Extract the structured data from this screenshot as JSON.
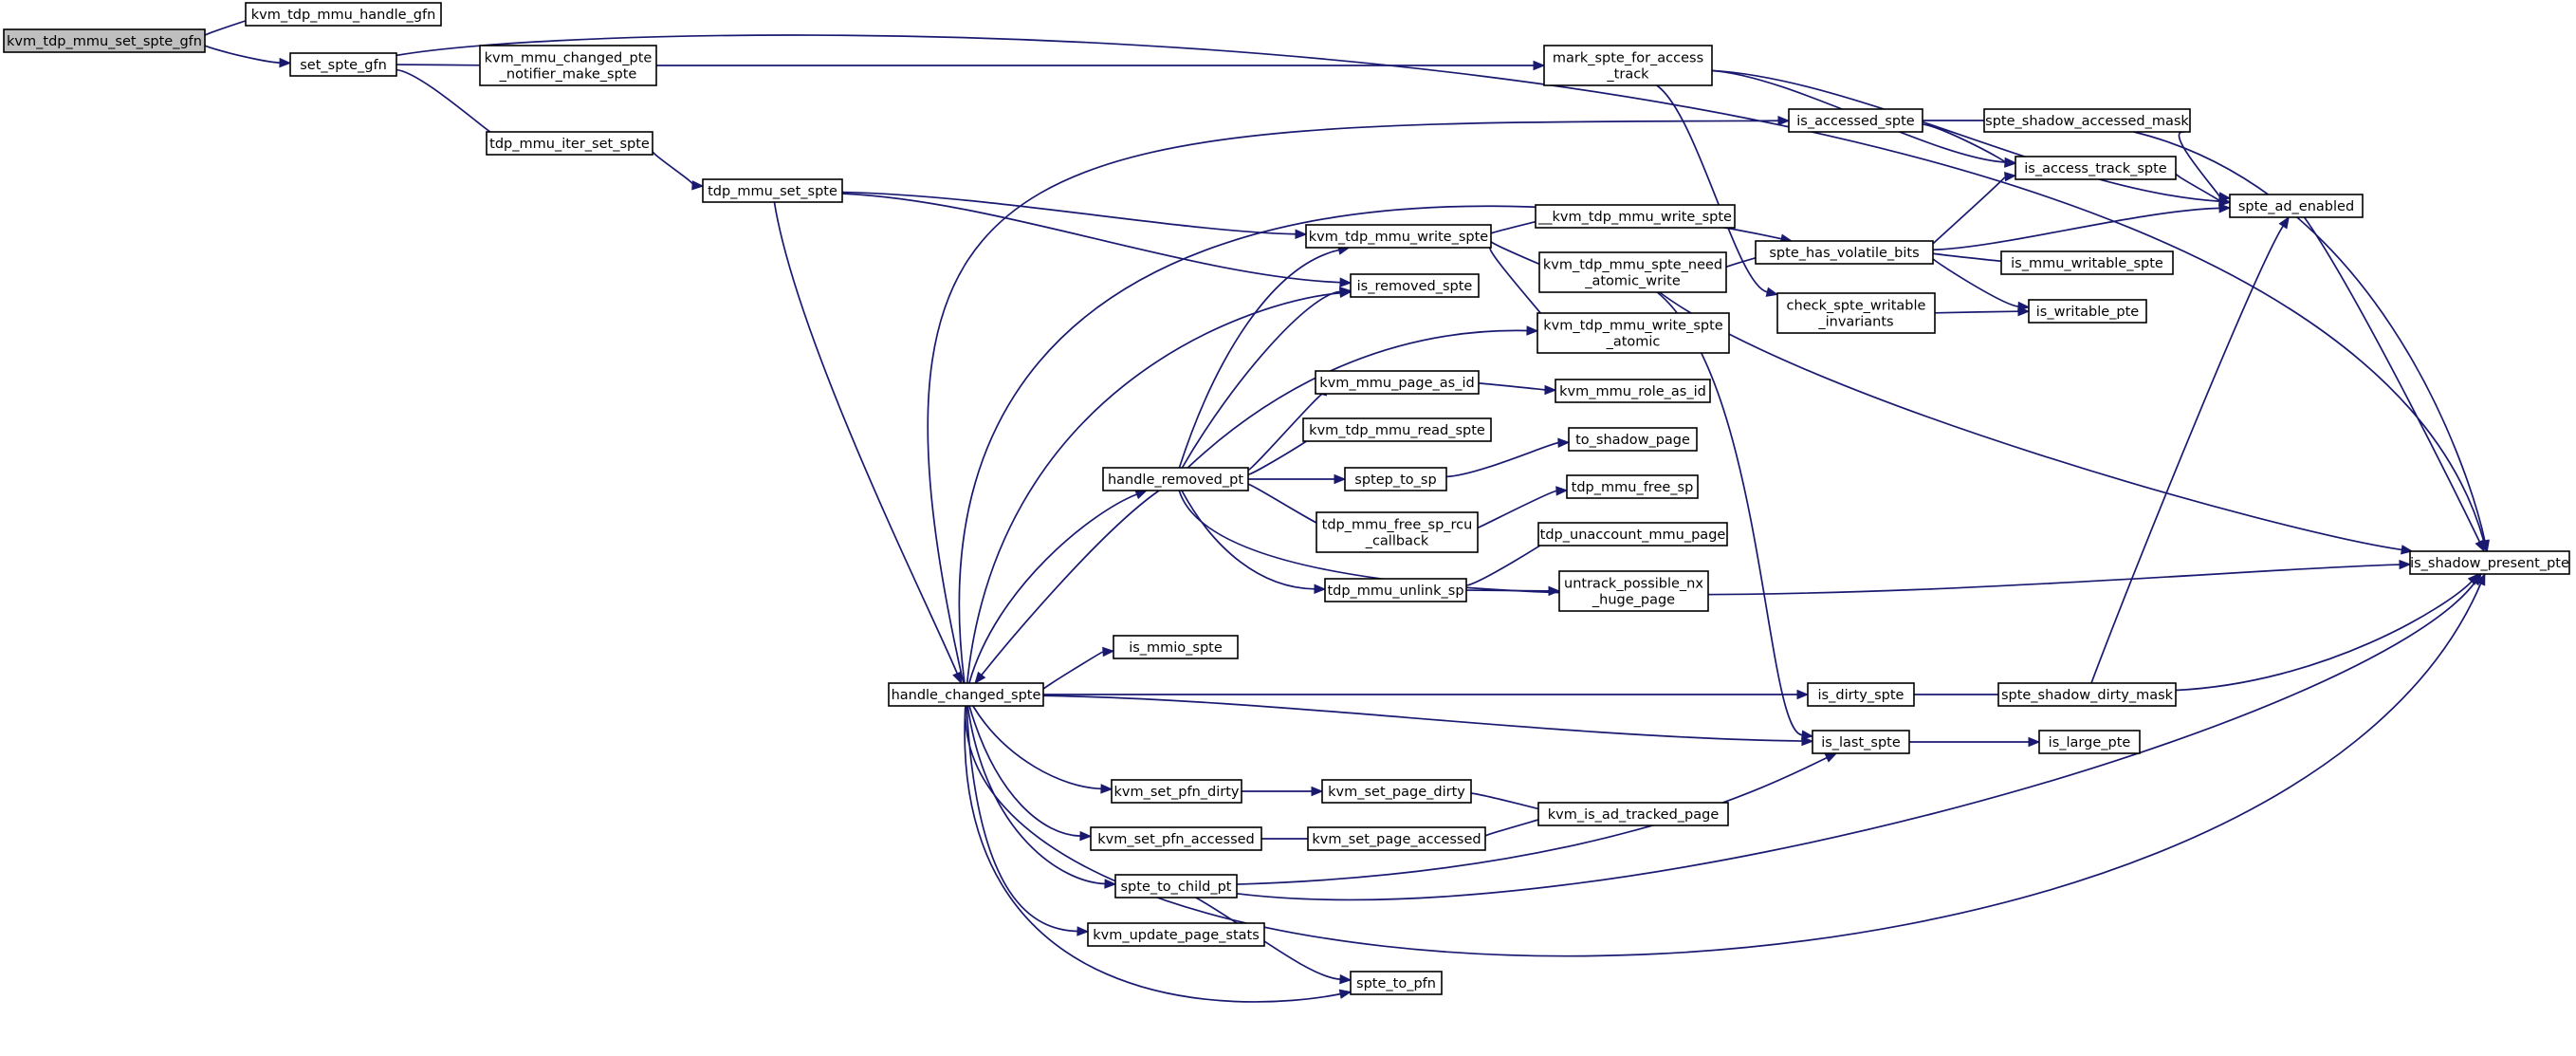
{
  "graph": {
    "title": "",
    "edge_color": "#191970",
    "root_fill": "#bfbfbf",
    "nodes": [
      {
        "id": "root",
        "lines": [
          "kvm_tdp_mmu_set_spte_gfn"
        ]
      },
      {
        "id": "handle_gfn",
        "lines": [
          "kvm_tdp_mmu_handle_gfn"
        ]
      },
      {
        "id": "set_spte_gfn",
        "lines": [
          "set_spte_gfn"
        ]
      },
      {
        "id": "changed_pte_notifier",
        "lines": [
          "kvm_mmu_changed_pte",
          "_notifier_make_spte"
        ]
      },
      {
        "id": "iter_set_spte",
        "lines": [
          "tdp_mmu_iter_set_spte"
        ]
      },
      {
        "id": "tdp_mmu_set_spte",
        "lines": [
          "tdp_mmu_set_spte"
        ]
      },
      {
        "id": "mark_spte",
        "lines": [
          "mark_spte_for_access",
          "_track"
        ]
      },
      {
        "id": "is_accessed_spte",
        "lines": [
          "is_accessed_spte"
        ]
      },
      {
        "id": "spte_shadow_accessed_mask",
        "lines": [
          "spte_shadow_accessed_mask"
        ]
      },
      {
        "id": "is_access_track_spte",
        "lines": [
          "is_access_track_spte"
        ]
      },
      {
        "id": "spte_ad_enabled",
        "lines": [
          "spte_ad_enabled"
        ]
      },
      {
        "id": "kvm_tdp_mmu_write_spte",
        "lines": [
          "kvm_tdp_mmu_write_spte"
        ]
      },
      {
        "id": "__kvm_tdp_mmu_write_spte",
        "lines": [
          "__kvm_tdp_mmu_write_spte"
        ]
      },
      {
        "id": "spte_need_atomic",
        "lines": [
          "kvm_tdp_mmu_spte_need",
          "_atomic_write"
        ]
      },
      {
        "id": "spte_has_volatile_bits",
        "lines": [
          "spte_has_volatile_bits"
        ]
      },
      {
        "id": "is_mmu_writable_spte",
        "lines": [
          "is_mmu_writable_spte"
        ]
      },
      {
        "id": "check_spte_writable",
        "lines": [
          "check_spte_writable",
          "_invariants"
        ]
      },
      {
        "id": "is_writable_pte",
        "lines": [
          "is_writable_pte"
        ]
      },
      {
        "id": "is_removed_spte",
        "lines": [
          "is_removed_spte"
        ]
      },
      {
        "id": "write_spte_atomic",
        "lines": [
          "kvm_tdp_mmu_write_spte",
          "_atomic"
        ]
      },
      {
        "id": "kvm_mmu_page_as_id",
        "lines": [
          "kvm_mmu_page_as_id"
        ]
      },
      {
        "id": "kvm_mmu_role_as_id",
        "lines": [
          "kvm_mmu_role_as_id"
        ]
      },
      {
        "id": "kvm_tdp_mmu_read_spte",
        "lines": [
          "kvm_tdp_mmu_read_spte"
        ]
      },
      {
        "id": "to_shadow_page",
        "lines": [
          "to_shadow_page"
        ]
      },
      {
        "id": "handle_removed_pt",
        "lines": [
          "handle_removed_pt"
        ]
      },
      {
        "id": "sptep_to_sp",
        "lines": [
          "sptep_to_sp"
        ]
      },
      {
        "id": "tdp_mmu_free_sp",
        "lines": [
          "tdp_mmu_free_sp"
        ]
      },
      {
        "id": "free_sp_rcu",
        "lines": [
          "tdp_mmu_free_sp_rcu",
          "_callback"
        ]
      },
      {
        "id": "tdp_unaccount",
        "lines": [
          "tdp_unaccount_mmu_page"
        ]
      },
      {
        "id": "tdp_mmu_unlink_sp",
        "lines": [
          "tdp_mmu_unlink_sp"
        ]
      },
      {
        "id": "untrack_nx",
        "lines": [
          "untrack_possible_nx",
          "_huge_page"
        ]
      },
      {
        "id": "is_shadow_present_pte",
        "lines": [
          "is_shadow_present_pte"
        ]
      },
      {
        "id": "is_mmio_spte",
        "lines": [
          "is_mmio_spte"
        ]
      },
      {
        "id": "handle_changed_spte",
        "lines": [
          "handle_changed_spte"
        ]
      },
      {
        "id": "is_dirty_spte",
        "lines": [
          "is_dirty_spte"
        ]
      },
      {
        "id": "spte_shadow_dirty_mask",
        "lines": [
          "spte_shadow_dirty_mask"
        ]
      },
      {
        "id": "is_last_spte",
        "lines": [
          "is_last_spte"
        ]
      },
      {
        "id": "is_large_pte",
        "lines": [
          "is_large_pte"
        ]
      },
      {
        "id": "kvm_set_pfn_dirty",
        "lines": [
          "kvm_set_pfn_dirty"
        ]
      },
      {
        "id": "kvm_set_page_dirty",
        "lines": [
          "kvm_set_page_dirty"
        ]
      },
      {
        "id": "kvm_is_ad_tracked_page",
        "lines": [
          "kvm_is_ad_tracked_page"
        ]
      },
      {
        "id": "kvm_set_pfn_accessed",
        "lines": [
          "kvm_set_pfn_accessed"
        ]
      },
      {
        "id": "kvm_set_page_accessed",
        "lines": [
          "kvm_set_page_accessed"
        ]
      },
      {
        "id": "spte_to_child_pt",
        "lines": [
          "spte_to_child_pt"
        ]
      },
      {
        "id": "kvm_update_page_stats",
        "lines": [
          "kvm_update_page_stats"
        ]
      },
      {
        "id": "spte_to_pfn",
        "lines": [
          "spte_to_pfn"
        ]
      }
    ],
    "edges": [
      [
        "root",
        "handle_gfn"
      ],
      [
        "root",
        "set_spte_gfn"
      ],
      [
        "set_spte_gfn",
        "changed_pte_notifier"
      ],
      [
        "set_spte_gfn",
        "iter_set_spte"
      ],
      [
        "set_spte_gfn",
        "is_shadow_present_pte"
      ],
      [
        "changed_pte_notifier",
        "mark_spte"
      ],
      [
        "iter_set_spte",
        "tdp_mmu_set_spte"
      ],
      [
        "tdp_mmu_set_spte",
        "kvm_tdp_mmu_write_spte"
      ],
      [
        "tdp_mmu_set_spte",
        "is_removed_spte"
      ],
      [
        "tdp_mmu_set_spte",
        "handle_changed_spte"
      ],
      [
        "mark_spte",
        "spte_ad_enabled"
      ],
      [
        "mark_spte",
        "is_access_track_spte"
      ],
      [
        "mark_spte",
        "check_spte_writable"
      ],
      [
        "is_accessed_spte",
        "spte_shadow_accessed_mask"
      ],
      [
        "is_accessed_spte",
        "is_access_track_spte"
      ],
      [
        "spte_shadow_accessed_mask",
        "spte_ad_enabled"
      ],
      [
        "spte_shadow_accessed_mask",
        "is_shadow_present_pte"
      ],
      [
        "is_access_track_spte",
        "spte_ad_enabled"
      ],
      [
        "spte_ad_enabled",
        "is_shadow_present_pte"
      ],
      [
        "kvm_tdp_mmu_write_spte",
        "__kvm_tdp_mmu_write_spte"
      ],
      [
        "kvm_tdp_mmu_write_spte",
        "spte_need_atomic"
      ],
      [
        "kvm_tdp_mmu_write_spte",
        "write_spte_atomic"
      ],
      [
        "spte_need_atomic",
        "spte_has_volatile_bits"
      ],
      [
        "spte_need_atomic",
        "is_shadow_present_pte"
      ],
      [
        "spte_need_atomic",
        "is_last_spte"
      ],
      [
        "spte_has_volatile_bits",
        "is_mmu_writable_spte"
      ],
      [
        "spte_has_volatile_bits",
        "is_writable_pte"
      ],
      [
        "spte_has_volatile_bits",
        "is_access_track_spte"
      ],
      [
        "spte_has_volatile_bits",
        "spte_ad_enabled"
      ],
      [
        "check_spte_writable",
        "is_writable_pte"
      ],
      [
        "kvm_mmu_page_as_id",
        "kvm_mmu_role_as_id"
      ],
      [
        "sptep_to_sp",
        "to_shadow_page"
      ],
      [
        "free_sp_rcu",
        "tdp_mmu_free_sp"
      ],
      [
        "tdp_mmu_unlink_sp",
        "tdp_unaccount"
      ],
      [
        "tdp_mmu_unlink_sp",
        "untrack_nx"
      ],
      [
        "handle_removed_pt",
        "kvm_tdp_mmu_write_spte"
      ],
      [
        "handle_removed_pt",
        "is_removed_spte"
      ],
      [
        "handle_removed_pt",
        "write_spte_atomic"
      ],
      [
        "handle_removed_pt",
        "kvm_mmu_page_as_id"
      ],
      [
        "handle_removed_pt",
        "kvm_tdp_mmu_read_spte"
      ],
      [
        "handle_removed_pt",
        "sptep_to_sp"
      ],
      [
        "handle_removed_pt",
        "free_sp_rcu"
      ],
      [
        "handle_removed_pt",
        "tdp_mmu_unlink_sp"
      ],
      [
        "handle_removed_pt",
        "is_shadow_present_pte"
      ],
      [
        "handle_removed_pt",
        "handle_changed_spte"
      ],
      [
        "handle_changed_spte",
        "is_accessed_spte"
      ],
      [
        "handle_changed_spte",
        "spte_has_volatile_bits"
      ],
      [
        "handle_changed_spte",
        "is_removed_spte"
      ],
      [
        "handle_changed_spte",
        "handle_removed_pt"
      ],
      [
        "handle_changed_spte",
        "is_mmio_spte"
      ],
      [
        "handle_changed_spte",
        "is_dirty_spte"
      ],
      [
        "handle_changed_spte",
        "is_last_spte"
      ],
      [
        "handle_changed_spte",
        "kvm_set_pfn_dirty"
      ],
      [
        "handle_changed_spte",
        "kvm_set_pfn_accessed"
      ],
      [
        "handle_changed_spte",
        "spte_to_child_pt"
      ],
      [
        "handle_changed_spte",
        "kvm_update_page_stats"
      ],
      [
        "handle_changed_spte",
        "spte_to_pfn"
      ],
      [
        "handle_changed_spte",
        "is_shadow_present_pte"
      ],
      [
        "is_dirty_spte",
        "spte_shadow_dirty_mask"
      ],
      [
        "spte_shadow_dirty_mask",
        "spte_ad_enabled"
      ],
      [
        "spte_shadow_dirty_mask",
        "is_shadow_present_pte"
      ],
      [
        "is_last_spte",
        "is_large_pte"
      ],
      [
        "kvm_set_pfn_dirty",
        "kvm_set_page_dirty"
      ],
      [
        "kvm_set_page_dirty",
        "kvm_is_ad_tracked_page"
      ],
      [
        "kvm_set_pfn_accessed",
        "kvm_set_page_accessed"
      ],
      [
        "kvm_set_page_accessed",
        "kvm_is_ad_tracked_page"
      ],
      [
        "spte_to_child_pt",
        "spte_to_pfn"
      ],
      [
        "spte_to_child_pt",
        "is_last_spte"
      ],
      [
        "spte_to_child_pt",
        "is_shadow_present_pte"
      ]
    ]
  }
}
